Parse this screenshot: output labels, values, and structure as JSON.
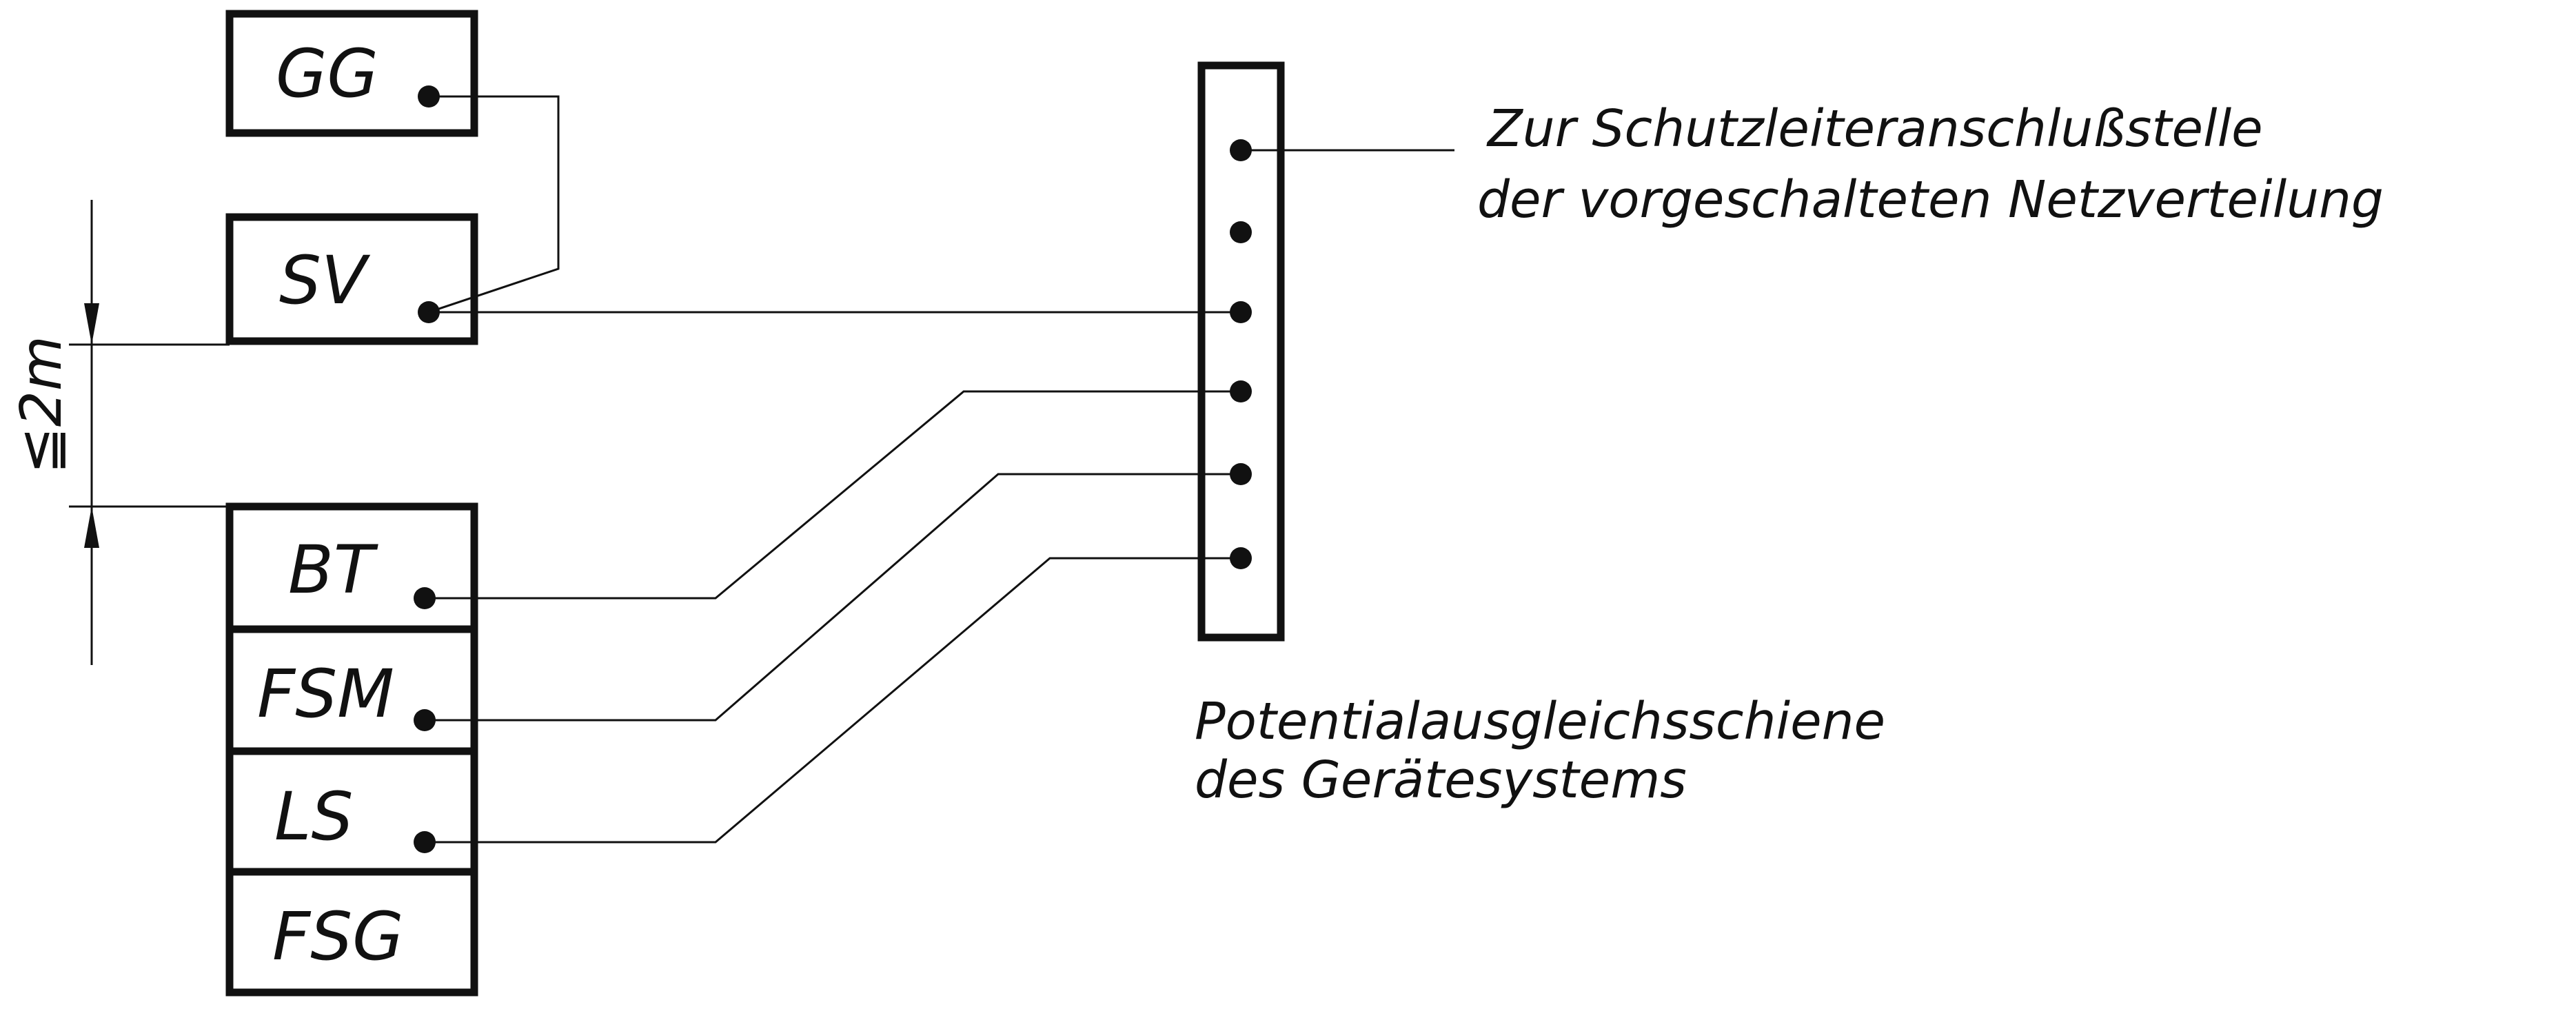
{
  "boxes": {
    "gg": "GG",
    "sv": "SV",
    "bt": "BT",
    "fsm": "FSM",
    "ls": "LS",
    "fsg": "FSG"
  },
  "dimension": {
    "label": "≦2m"
  },
  "annotations": {
    "upstream_line1": "Zur Schutzleiteranschlußstelle",
    "upstream_line2": "der vorgeschalteten Netzverteilung",
    "bar_line1": "Potentialausgleichsschiene",
    "bar_line2": "des Gerätesystems"
  }
}
